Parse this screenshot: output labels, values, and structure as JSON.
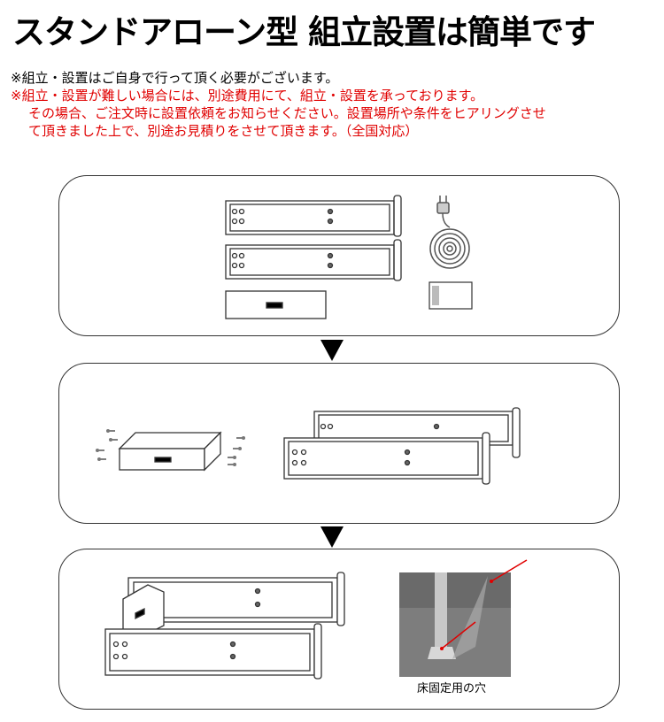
{
  "title": "スタンドアローン型 組立設置は簡単です",
  "notes": {
    "line1": "※組立・設置はご自身で行って頂く必要がございます。",
    "line2": "※組立・設置が難しい場合には、別途費用にて、組立・設置を承っております。",
    "line3": "その場合、ご注文時に設置依頼をお知らせください。設置場所や条件をヒアリングさせ",
    "line4": "て頂きました上で、別途お見積りをさせて頂きます。（全国対応）"
  },
  "step3": {
    "photo_caption": "床固定用の穴"
  },
  "colors": {
    "note_red": "#e00000",
    "arrow_red": "#e00000"
  }
}
